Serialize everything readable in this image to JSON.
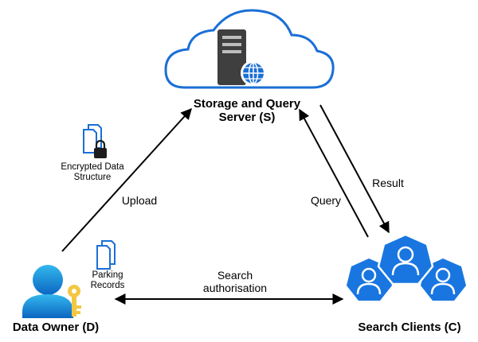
{
  "nodes": {
    "server": {
      "line1": "Storage and Query",
      "line2": "Server (S)",
      "icon": "cloud-server-icon"
    },
    "owner": {
      "label": "Data Owner (D)",
      "icon": "user-key-icon"
    },
    "clients": {
      "label": "Search Clients (C)",
      "icon": "user-group-icon"
    }
  },
  "artifacts": {
    "encrypted": {
      "line1": "Encrypted Data",
      "line2": "Structure",
      "icon": "locked-documents-icon"
    },
    "parking": {
      "line1": "Parking",
      "line2": "Records",
      "icon": "documents-icon"
    }
  },
  "edges": {
    "upload": "Upload",
    "query": "Query",
    "result": "Result",
    "search_line1": "Search",
    "search_line2": "authorisation"
  },
  "colors": {
    "cloud_outline": "#1a6fd6",
    "server_body": "#3f3f3f",
    "globe": "#1a6fd6",
    "person_top": "#2fb2ea",
    "person_bottom": "#0c6bc7",
    "key": "#f2c744",
    "hexagon": "#1976e0",
    "doc_outline": "#1a6fd6",
    "arrow": "#000000"
  }
}
